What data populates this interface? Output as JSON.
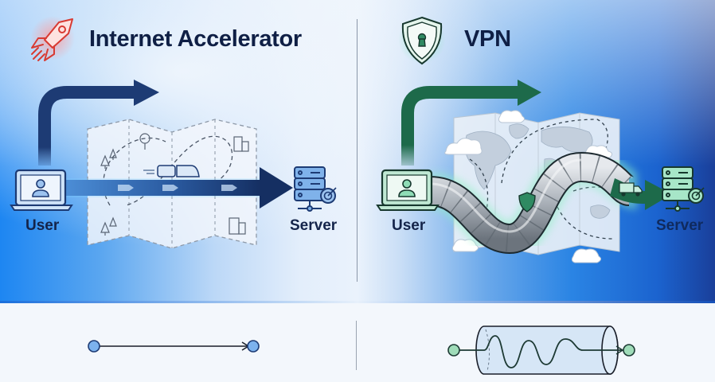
{
  "left_panel": {
    "title": "Internet Accelerator",
    "title_icon": "rocket-icon",
    "user_label": "User",
    "server_label": "Server",
    "path_style": "direct",
    "accent_color": "#1f3f7a",
    "icon_color": "#e0403a"
  },
  "right_panel": {
    "title": "VPN",
    "title_icon": "shield-keyhole-icon",
    "user_label": "User",
    "server_label": "Server",
    "path_style": "tunnel",
    "accent_color": "#1d6a4a"
  },
  "bottom": {
    "left_diagram": "direct-line",
    "right_diagram": "wavy-tunnel"
  }
}
